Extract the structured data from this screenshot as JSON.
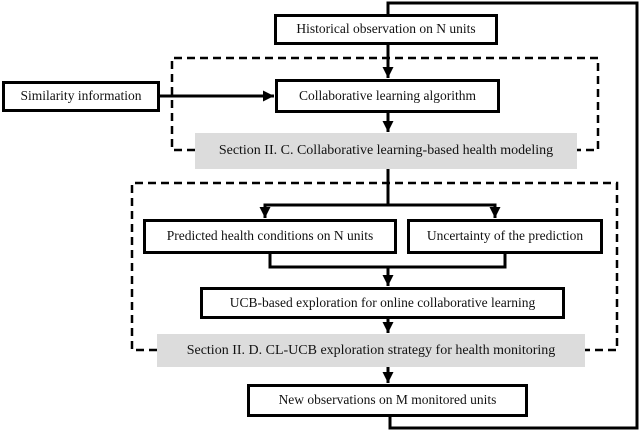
{
  "diagram": {
    "title": "CL-UCB collaborative learning health monitoring flowchart",
    "nodes": {
      "historical": {
        "label": "Historical observation on N units"
      },
      "similarity": {
        "label": "Similarity information"
      },
      "collaborative": {
        "label": "Collaborative learning algorithm"
      },
      "section_c": {
        "label": "Section II. C. Collaborative learning-based health modeling"
      },
      "predicted": {
        "label": "Predicted health conditions on N units"
      },
      "uncertainty": {
        "label": "Uncertainty of the prediction"
      },
      "ucb": {
        "label": "UCB-based exploration for online collaborative learning"
      },
      "section_d": {
        "label": "Section II. D. CL-UCB exploration strategy for health monitoring"
      },
      "new_obs": {
        "label": "New observations on M monitored units"
      }
    },
    "colors": {
      "line": "#000000",
      "node_background": "#ffffff",
      "section_label_background": "#dcdcdc",
      "text": "#111111",
      "page_background": "#ffffff"
    }
  }
}
